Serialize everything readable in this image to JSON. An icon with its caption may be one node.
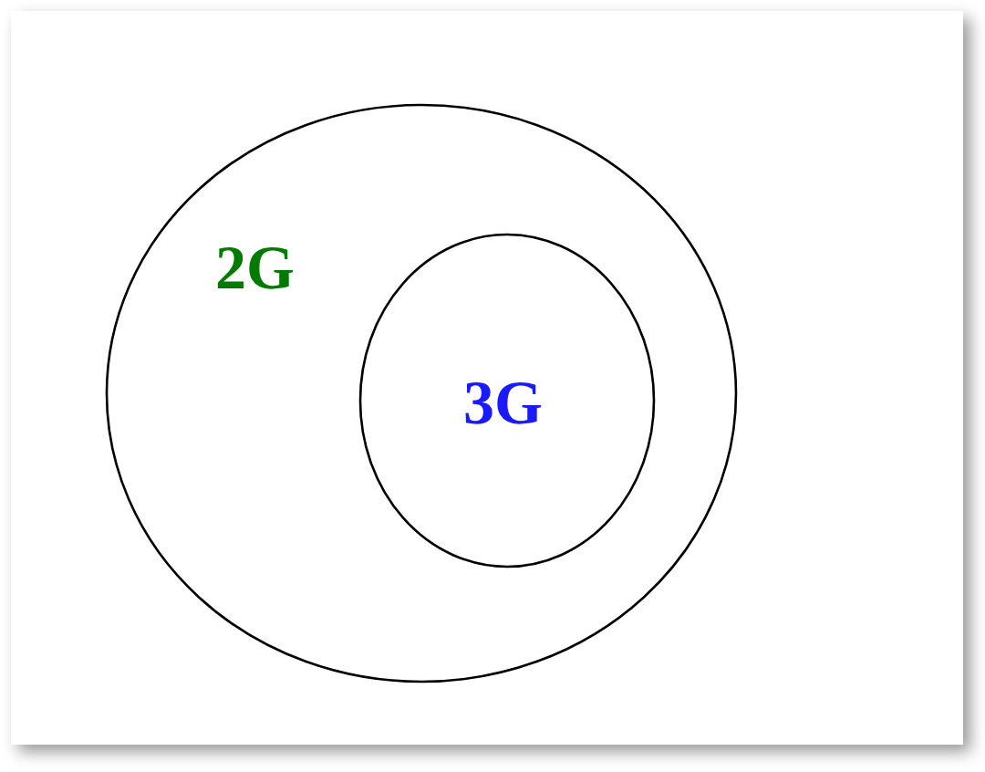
{
  "diagram": {
    "nodes": [
      {
        "text": [
          "2G"
        ]
      },
      {
        "text": [
          "3G"
        ],
        "in": 0
      }
    ]
  }
}
